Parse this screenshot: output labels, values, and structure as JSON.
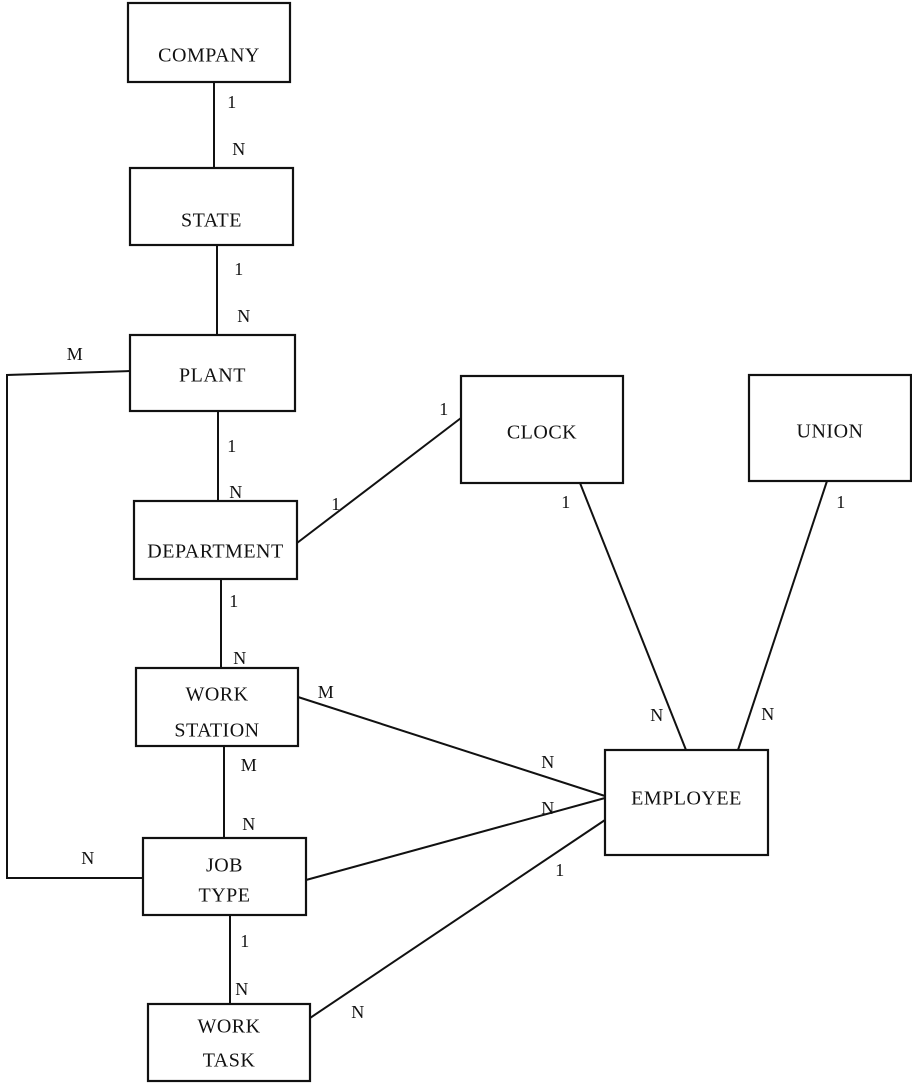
{
  "entities": [
    {
      "id": "company",
      "lines": [
        "COMPANY"
      ]
    },
    {
      "id": "state",
      "lines": [
        "STATE"
      ]
    },
    {
      "id": "plant",
      "lines": [
        "PLANT"
      ]
    },
    {
      "id": "department",
      "lines": [
        "DEPARTMENT"
      ]
    },
    {
      "id": "work_station",
      "lines": [
        "WORK",
        "STATION"
      ]
    },
    {
      "id": "job_type",
      "lines": [
        "JOB",
        "TYPE"
      ]
    },
    {
      "id": "work_task",
      "lines": [
        "WORK",
        "TASK"
      ]
    },
    {
      "id": "clock",
      "lines": [
        "CLOCK"
      ]
    },
    {
      "id": "union",
      "lines": [
        "UNION"
      ]
    },
    {
      "id": "employee",
      "lines": [
        "EMPLOYEE"
      ]
    }
  ],
  "relationships": [
    {
      "id": "company_state",
      "from": "company",
      "to": "state",
      "from_card": "1",
      "to_card": "N"
    },
    {
      "id": "state_plant",
      "from": "state",
      "to": "plant",
      "from_card": "1",
      "to_card": "N"
    },
    {
      "id": "plant_department",
      "from": "plant",
      "to": "department",
      "from_card": "1",
      "to_card": "N"
    },
    {
      "id": "department_work_station",
      "from": "department",
      "to": "work_station",
      "from_card": "1",
      "to_card": "N"
    },
    {
      "id": "work_station_job_type",
      "from": "work_station",
      "to": "job_type",
      "from_card": "M",
      "to_card": "N"
    },
    {
      "id": "job_type_work_task",
      "from": "job_type",
      "to": "work_task",
      "from_card": "1",
      "to_card": "N"
    },
    {
      "id": "plant_job_type",
      "from": "plant",
      "to": "job_type",
      "from_card": "M",
      "to_card": "N"
    },
    {
      "id": "department_clock",
      "from": "department",
      "to": "clock",
      "from_card": "1",
      "to_card": "1"
    },
    {
      "id": "clock_employee",
      "from": "clock",
      "to": "employee",
      "from_card": "1",
      "to_card": "N"
    },
    {
      "id": "union_employee",
      "from": "union",
      "to": "employee",
      "from_card": "1",
      "to_card": "N"
    },
    {
      "id": "work_station_employee",
      "from": "work_station",
      "to": "employee",
      "from_card": "M",
      "to_card": "N"
    },
    {
      "id": "job_type_employee",
      "from": "job_type",
      "to": "employee",
      "from_card": "",
      "to_card": "N"
    },
    {
      "id": "work_task_employee",
      "from": "work_task",
      "to": "employee",
      "from_card": "N",
      "to_card": "1"
    }
  ]
}
